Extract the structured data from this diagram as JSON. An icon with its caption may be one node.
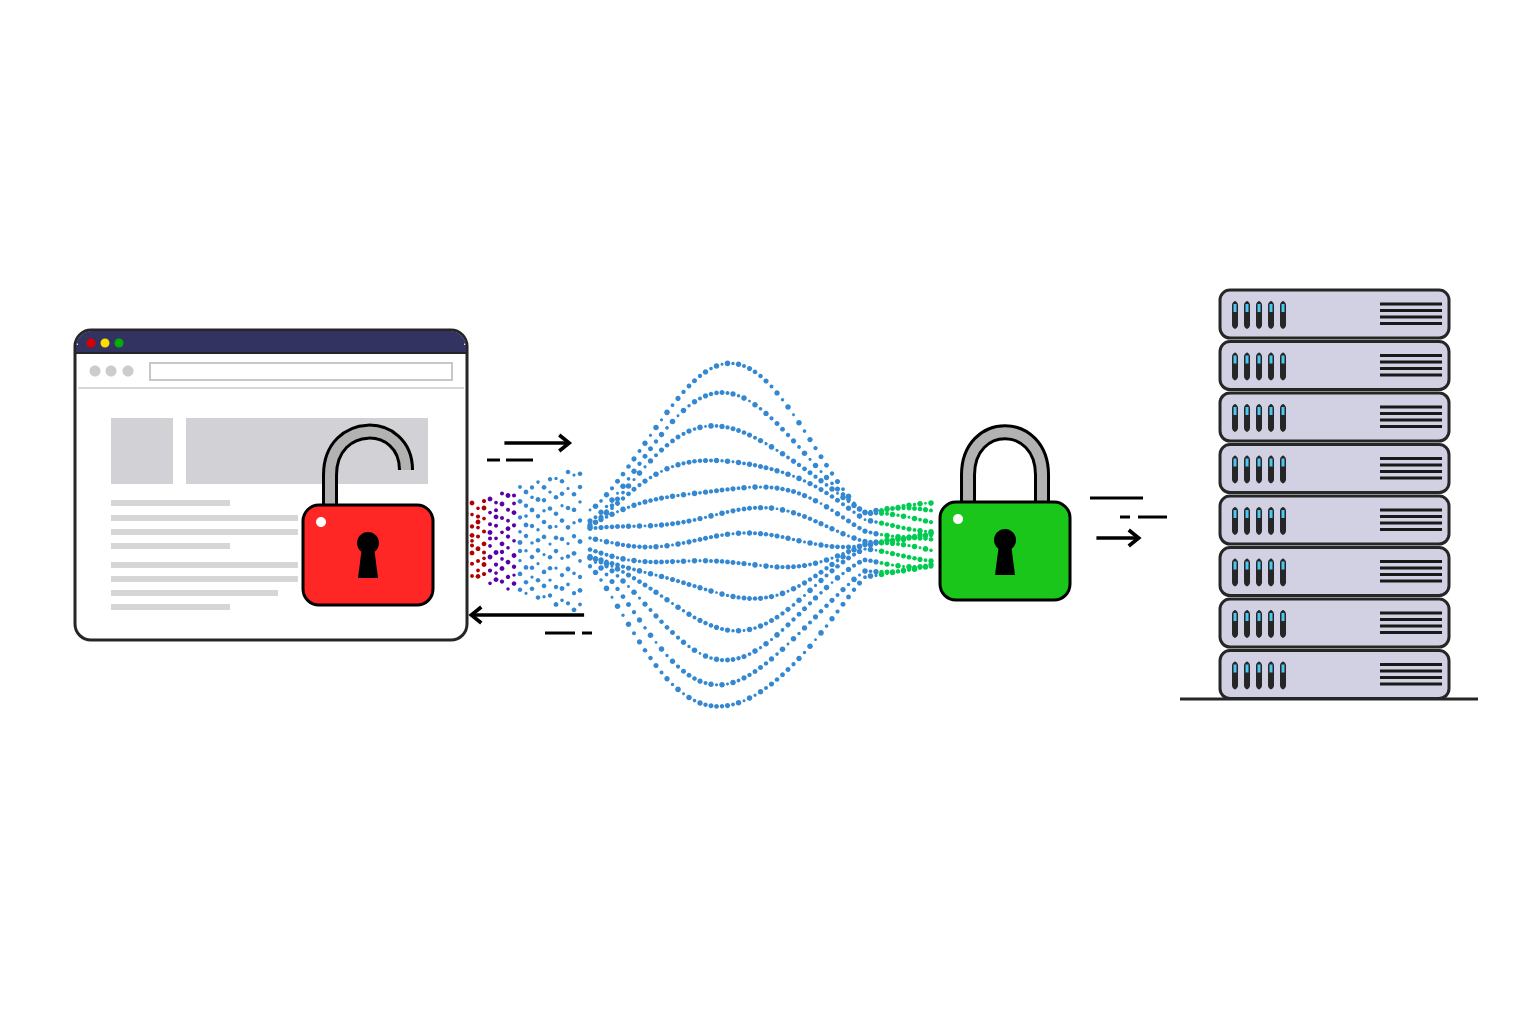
{
  "diagram": {
    "nodes": [
      {
        "text": [],
        "shape": "picture"
      },
      {
        "text": [],
        "shape": "picture",
        "in": 0
      },
      {
        "text": [],
        "shape": "picture"
      },
      {
        "text": [],
        "shape": "picture"
      },
      {
        "text": [],
        "shape": "picture"
      }
    ],
    "edges": [
      {
        "from": 0,
        "to": 2,
        "arrow": "to"
      },
      {
        "from": 2,
        "to": 0,
        "arrow": "to"
      },
      {
        "from": 3,
        "to": 4,
        "arrow": "to"
      }
    ]
  }
}
